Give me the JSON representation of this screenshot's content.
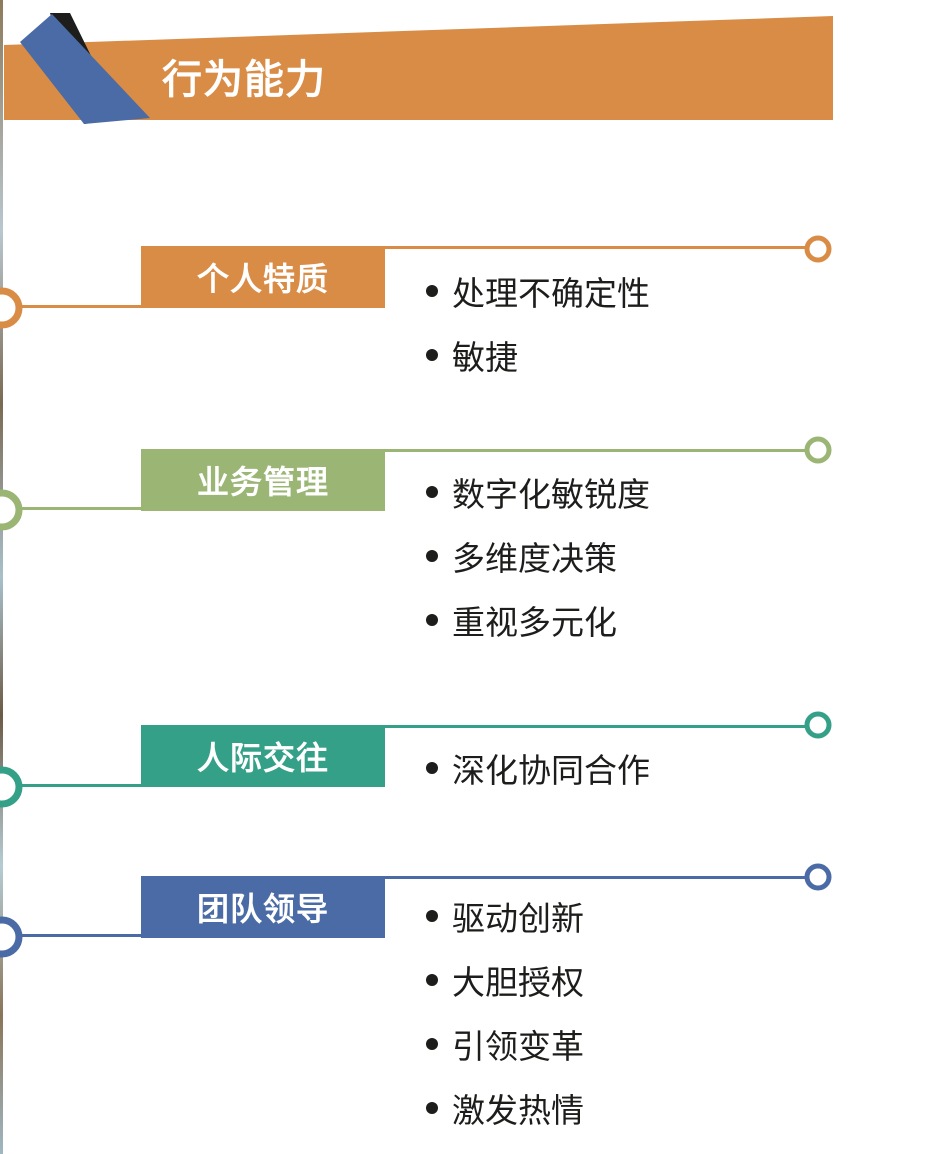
{
  "title": "行为能力",
  "colors": {
    "orange": "#D98C45",
    "green": "#9AB574",
    "teal": "#35A088",
    "blue": "#4A6BA5",
    "dark_blue": "#4A6BA5"
  },
  "categories": [
    {
      "name": "个人特质",
      "color": "#D98C45",
      "items": [
        "处理不确定性",
        "敏捷"
      ]
    },
    {
      "name": "业务管理",
      "color": "#9AB574",
      "items": [
        "数字化敏锐度",
        "多维度决策",
        "重视多元化"
      ]
    },
    {
      "name": "人际交往",
      "color": "#35A088",
      "items": [
        "深化协同合作"
      ]
    },
    {
      "name": "团队领导",
      "color": "#4A6BA5",
      "items": [
        "驱动创新",
        "大胆授权",
        "引领变革",
        "激发热情"
      ]
    }
  ]
}
